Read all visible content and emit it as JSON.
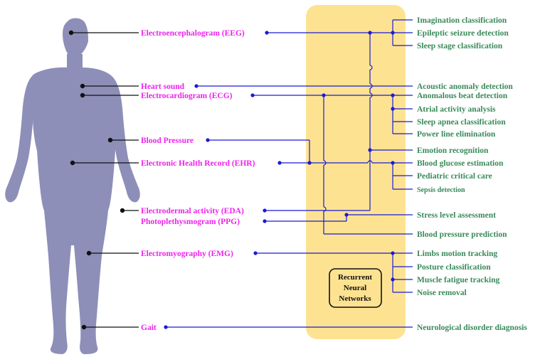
{
  "colors": {
    "signal_text": "#ee22ee",
    "application_text": "#3a8a5a",
    "connector": "#1a1ad8",
    "body_silhouette": "#8d8fb8",
    "rnn_panel": "#fde391",
    "body_pointer": "#111111"
  },
  "rnn_box": {
    "lines": [
      "Recurrent",
      "Neural",
      "Networks"
    ]
  },
  "signals": [
    {
      "id": "eeg",
      "label": "Electroencephalogram (EEG)"
    },
    {
      "id": "heart",
      "label": "Heart sound"
    },
    {
      "id": "ecg",
      "label": "Electrocardiogram (ECG)"
    },
    {
      "id": "bp",
      "label": "Blood Pressure"
    },
    {
      "id": "ehr",
      "label": "Electronic Health Record (EHR)"
    },
    {
      "id": "eda",
      "label": "Electrodermal activity (EDA)"
    },
    {
      "id": "ppg",
      "label": "Photoplethysmogram (PPG)"
    },
    {
      "id": "emg",
      "label": "Electromyography (EMG)"
    },
    {
      "id": "gait",
      "label": "Gait"
    }
  ],
  "applications": [
    {
      "id": "imagination",
      "label": "Imagination classification"
    },
    {
      "id": "seizure",
      "label": "Epileptic seizure detection"
    },
    {
      "id": "sleepstage",
      "label": "Sleep stage classification"
    },
    {
      "id": "acoustic",
      "label": "Acoustic anomaly  detection"
    },
    {
      "id": "anomalous",
      "label": "Anomalous beat detection"
    },
    {
      "id": "atrial",
      "label": "Atrial activity analysis"
    },
    {
      "id": "apnea",
      "label": "Sleep apnea classification"
    },
    {
      "id": "powerline",
      "label": "Power line elimination"
    },
    {
      "id": "emotion",
      "label": "Emotion recognition"
    },
    {
      "id": "glucose",
      "label": "Blood glucose estimation"
    },
    {
      "id": "pediatric",
      "label": "Pediatric critical care"
    },
    {
      "id": "sepsis",
      "label": "Sepsis detection"
    },
    {
      "id": "stress",
      "label": "Stress level assessment"
    },
    {
      "id": "bppred",
      "label": "Blood pressure prediction"
    },
    {
      "id": "limbs",
      "label": "Limbs motion tracking"
    },
    {
      "id": "posture",
      "label": "Posture classification"
    },
    {
      "id": "fatigue",
      "label": "Muscle fatigue tracking"
    },
    {
      "id": "noise",
      "label": "Noise removal"
    },
    {
      "id": "neuro",
      "label": "Neurological disorder diagnosis"
    }
  ]
}
